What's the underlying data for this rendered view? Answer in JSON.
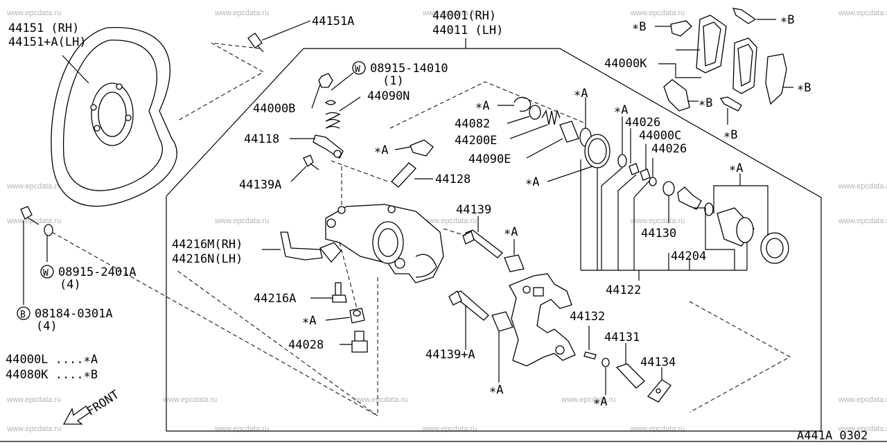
{
  "watermark": "www.epcdata.ru",
  "diagram_code": "A441A 0302",
  "front_label": "FRONT",
  "labels": {
    "l44151_rh": "44151   (RH)",
    "l44151_lh": "44151+A(LH)",
    "l44151a": "44151A",
    "l44001": "44001(RH)",
    "l44011": "44011 (LH)",
    "l08915_14010": "08915-14010",
    "l08915_14010_qty": "(1)",
    "l44000b": "44000B",
    "l44090n": "44090N",
    "l44118": "44118",
    "l44139a": "44139A",
    "l44128": "44128",
    "l44082": "44082",
    "l44200e": "44200E",
    "l44090e": "44090E",
    "l44026_1": "44026",
    "l44000c": "44000C",
    "l44026_2": "44026",
    "l44130": "44130",
    "l44204": "44204",
    "l44122": "44122",
    "l44139": "44139",
    "l44216m": "44216M(RH)",
    "l44216n": "44216N(LH)",
    "l44216a": "44216A",
    "l44028": "44028",
    "l44139pa": "44139+A",
    "l44132": "44132",
    "l44131": "44131",
    "l44134": "44134",
    "l08915_2401a": "08915-2401A",
    "l08915_2401a_qty": "(4)",
    "l08184_0301a": "08184-0301A",
    "l08184_0301a_qty": "(4)",
    "l44000k": "44000K",
    "kit_a": "44000L ....∗A",
    "kit_b": "44080K ....∗B",
    "star_a": "∗A",
    "star_b": "∗B",
    "w_mark": "W",
    "b_mark": "B"
  }
}
